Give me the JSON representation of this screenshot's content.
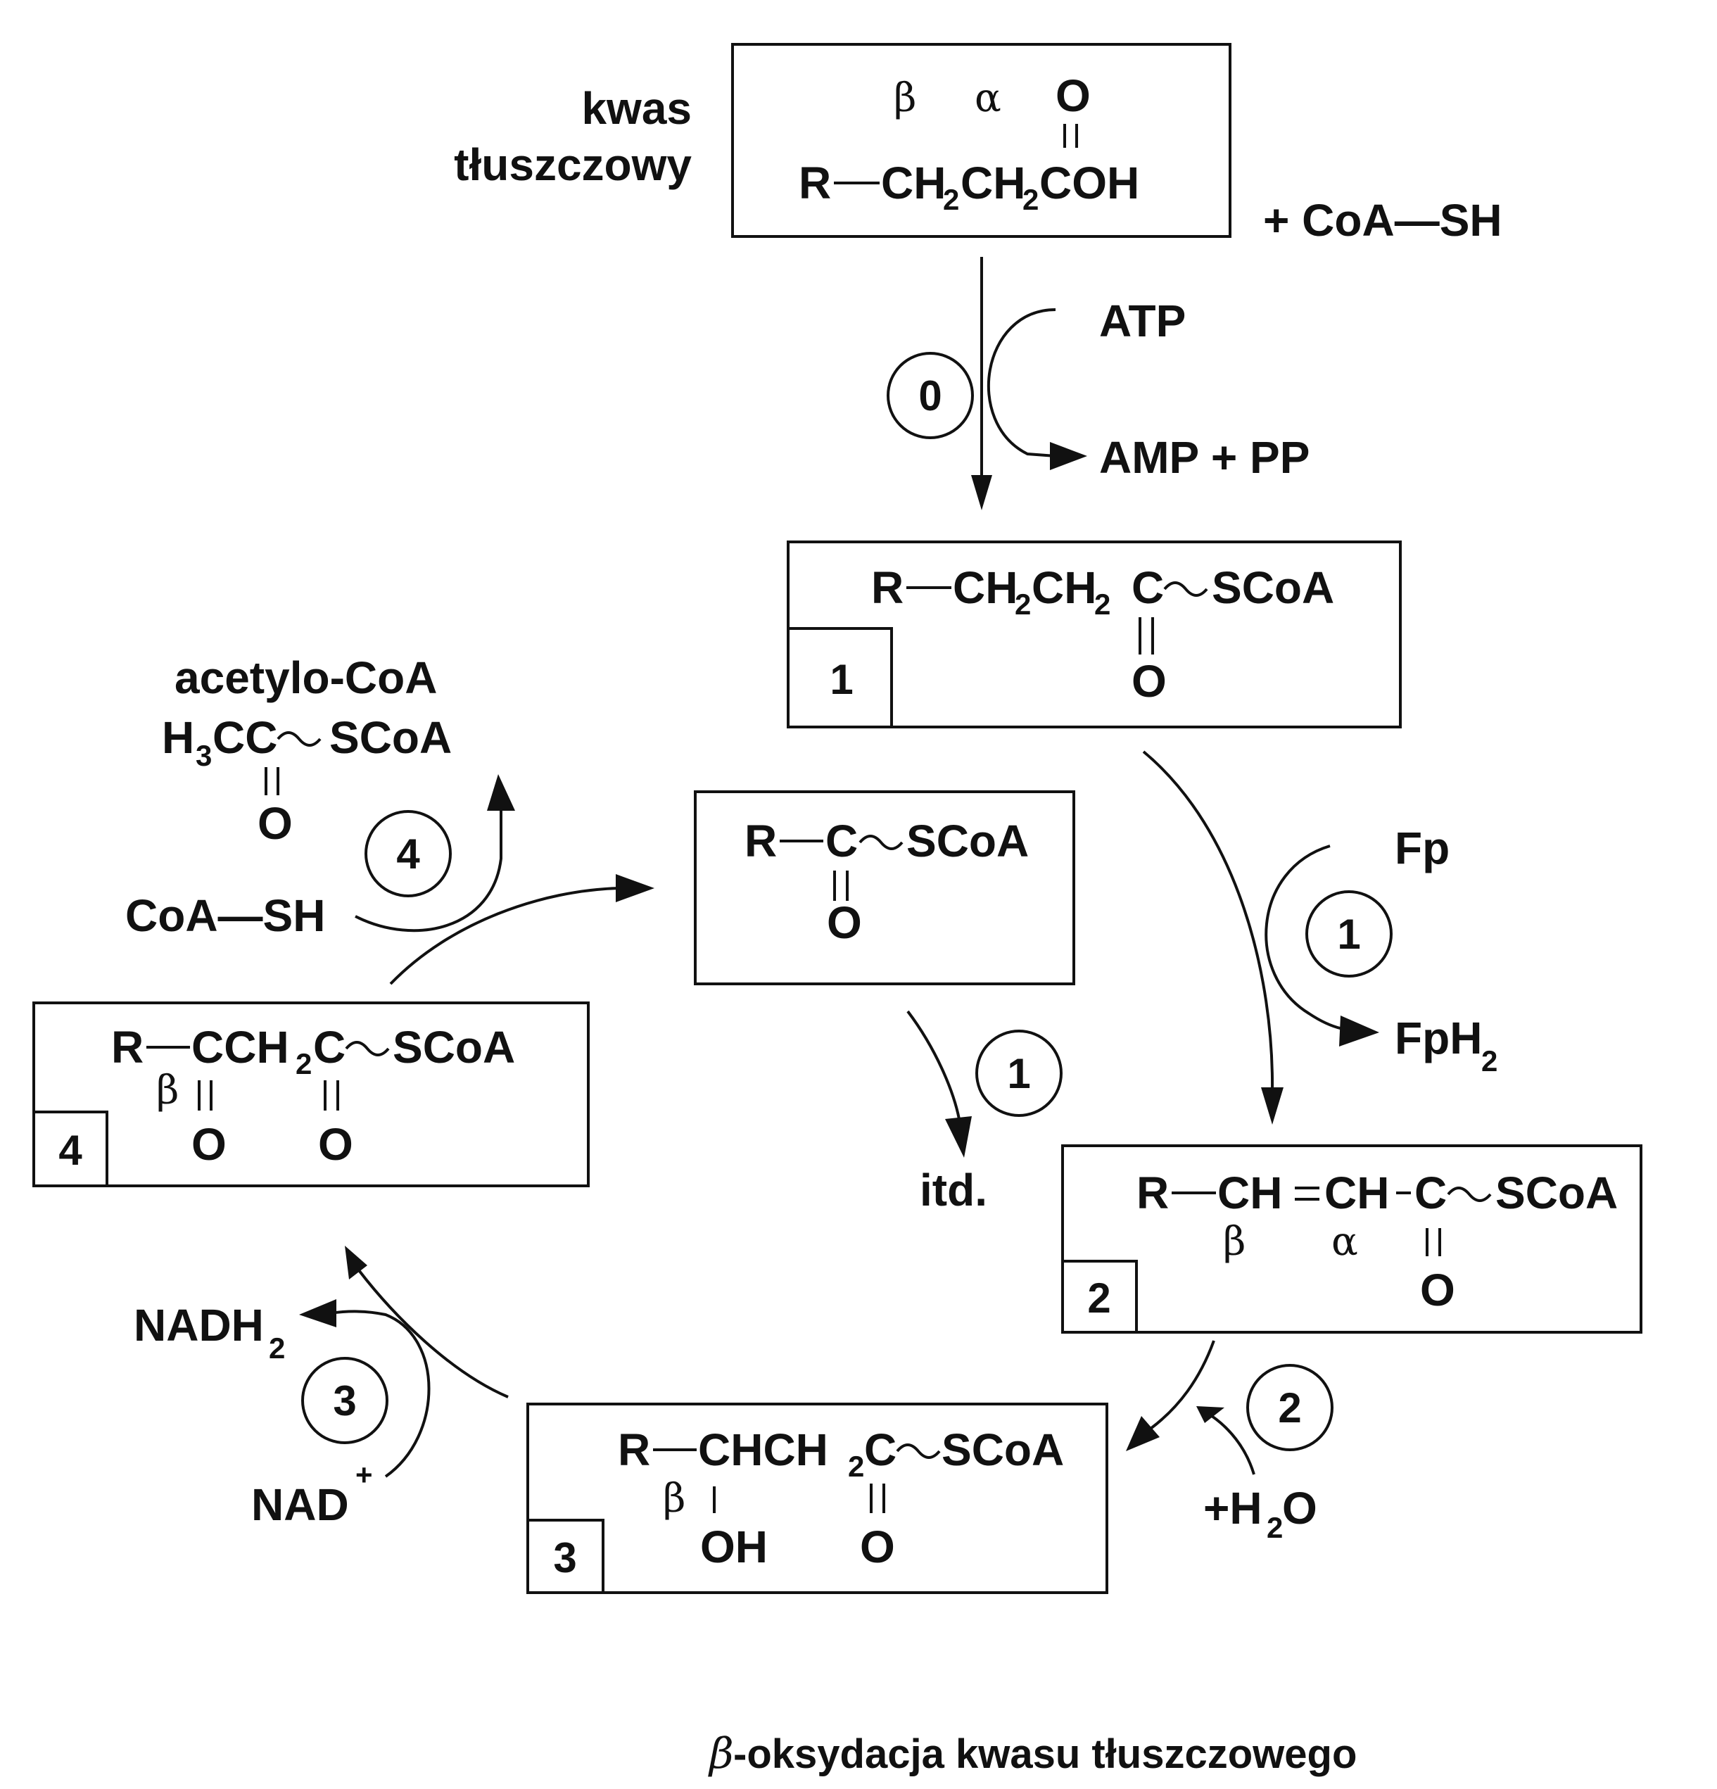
{
  "title": {
    "beta": "β",
    "text": "-oksydacja kwasu tłuszczowego"
  },
  "start": {
    "label_line1": "kwas",
    "label_line2": "tłuszczowy",
    "beta": "β",
    "alpha": "α",
    "o": "O",
    "r": "R",
    "ch": "CH",
    "sub2": "2",
    "coh": "COH"
  },
  "coa_sh_top": "+ CoA—SH",
  "step0": {
    "num": "0",
    "in": "ATP",
    "out": "AMP + PP"
  },
  "compound1": {
    "tag": "1",
    "r": "R",
    "ch": "CH",
    "sub2": "2",
    "c": "C",
    "scoa": "SCoA",
    "o": "O"
  },
  "step1": {
    "num": "1",
    "in": "Fp",
    "out": "FpH",
    "out_sub": "2"
  },
  "compound2": {
    "tag": "2",
    "r": "R",
    "ch": "CH",
    "ch2": "CH",
    "c": "C",
    "scoa": "SCoA",
    "beta": "β",
    "alpha": "α",
    "o": "O"
  },
  "step2": {
    "num": "2",
    "in": "+H",
    "in_sub": "2",
    "in_end": "O"
  },
  "compound3": {
    "tag": "3",
    "r": "R",
    "chch": "CHCH",
    "sub2": "2",
    "c": "C",
    "scoa": "SCoA",
    "beta": "β",
    "oh": "OH",
    "o": "O"
  },
  "step3": {
    "num": "3",
    "in": "NAD",
    "in_sup": "+",
    "out": "NADH",
    "out_sub": "2"
  },
  "compound4": {
    "tag": "4",
    "r": "R",
    "cch": "CCH",
    "sub2": "2",
    "c": "C",
    "scoa": "SCoA",
    "beta": "β",
    "o1": "O",
    "o2": "O"
  },
  "step4": {
    "num": "4",
    "in": "CoA—SH",
    "product_label": "acetylo-CoA",
    "h": "H",
    "h_sub": "3",
    "cc": "CC",
    "scoa": "SCoA",
    "o": "O"
  },
  "shortened": {
    "r": "R",
    "c": "C",
    "scoa": "SCoA",
    "o": "O"
  },
  "repeat": {
    "num": "1",
    "label": "itd."
  }
}
